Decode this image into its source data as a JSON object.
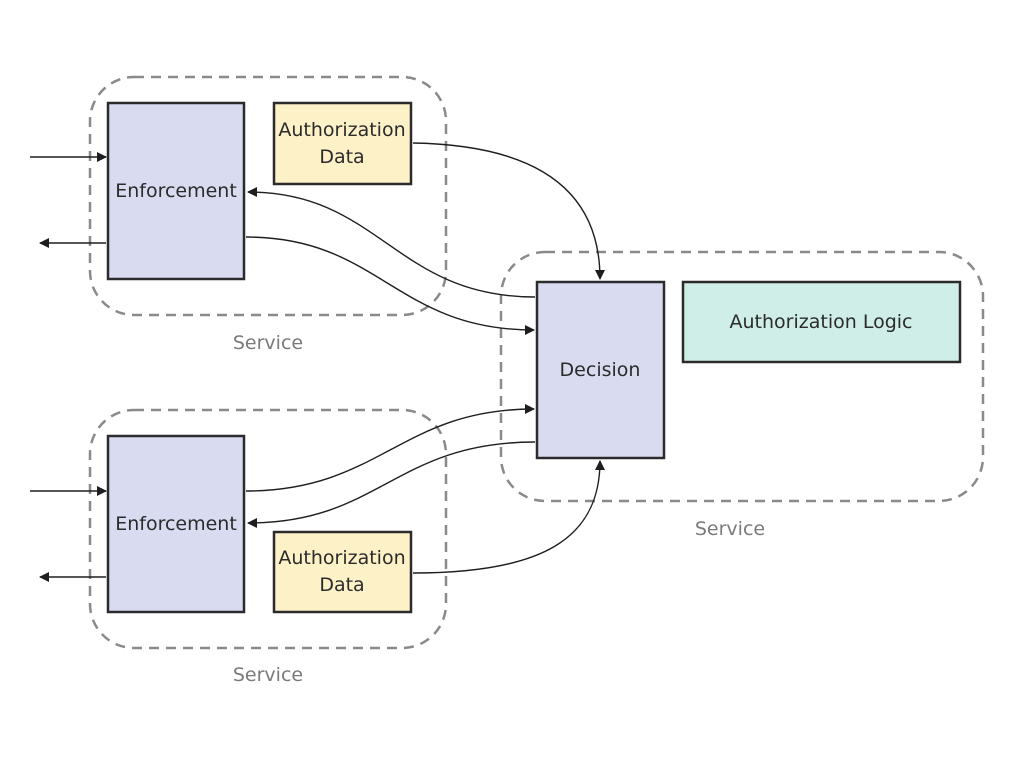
{
  "diagram": {
    "enforcement_label": "Enforcement",
    "data_line1": "Authorization",
    "data_line2": "Data",
    "decision_label": "Decision",
    "logic_label": "Authorization Logic",
    "service_label": "Service"
  },
  "colors": {
    "enforcement_fill": "#d9dbf1",
    "data_fill": "#fdf1c8",
    "logic_fill": "#cfeee7",
    "boundary_stroke": "#8a8a8a"
  }
}
